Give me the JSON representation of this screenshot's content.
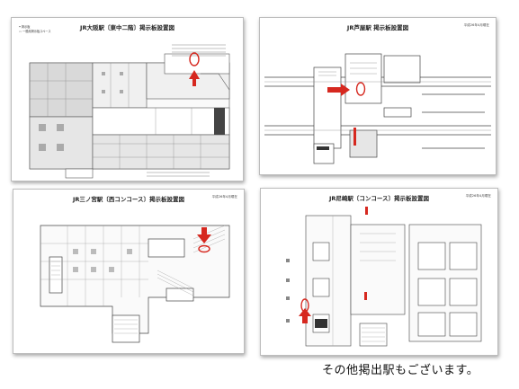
{
  "cards": [
    {
      "title": "JR大阪駅〔東中二階〕掲示板設置図",
      "date": "",
      "subtitle": ""
    },
    {
      "title": "JR芦屋駅 掲示板設置図",
      "date": "平成26年4月現在",
      "subtitle": ""
    },
    {
      "title": "JR三ノ宮駅〔西コンコース〕掲示板設置図",
      "date": "平成26年4月現在",
      "subtitle": ""
    },
    {
      "title": "JR尼崎駅〔コンコース〕掲示板設置図",
      "date": "平成26年4月現在",
      "subtitle": ""
    }
  ],
  "footer_note": "その他掲出駅もございます。",
  "colors": {
    "marker": "#d6281f",
    "line": "#555555",
    "fill": "#d9d9d9"
  }
}
